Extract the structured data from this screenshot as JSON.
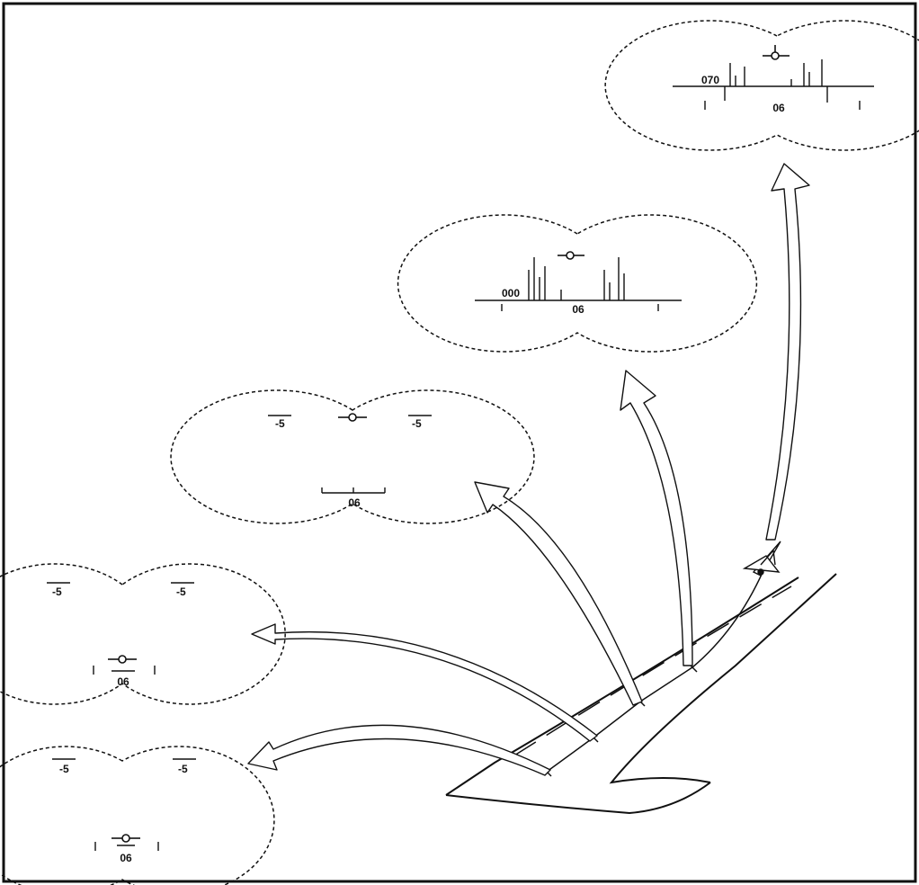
{
  "colors": {
    "ink": "#111111",
    "background": "#ffffff"
  },
  "views": [
    {
      "id": "view-1",
      "heading_label": "06",
      "left_pitch_label": "-5",
      "right_pitch_label": "-5"
    },
    {
      "id": "view-2",
      "heading_label": "06",
      "left_pitch_label": "-5",
      "right_pitch_label": "-5"
    },
    {
      "id": "view-3",
      "heading_label": "06",
      "left_pitch_label": "-5",
      "right_pitch_label": "-5"
    },
    {
      "id": "view-4",
      "heading_label": "06",
      "altitude_label": "000"
    },
    {
      "id": "view-5",
      "heading_label": "06",
      "altitude_label": "070"
    }
  ]
}
